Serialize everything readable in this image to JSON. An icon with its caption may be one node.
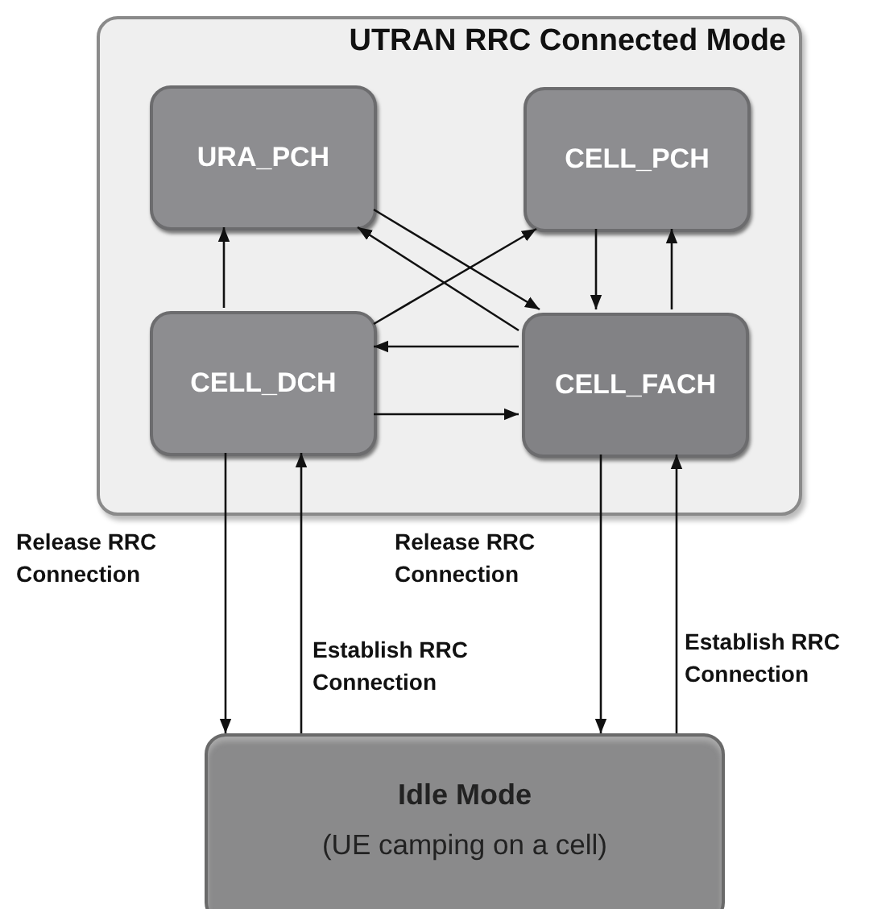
{
  "diagram": {
    "nodes": [
      {
        "text": [
          "UTRAN RRC Connected Mode"
        ]
      },
      {
        "text": [
          "URA_PCH"
        ],
        "in": 0
      },
      {
        "text": [
          "CELL_PCH"
        ],
        "in": 0
      },
      {
        "text": [
          "CELL_DCH"
        ],
        "in": 0
      },
      {
        "text": [
          "CELL_FACH"
        ],
        "in": 0
      },
      {
        "text": [
          "Idle Mode",
          "(UE camping on a cell)"
        ]
      }
    ],
    "edges": [
      {
        "from": 3,
        "to": 1,
        "arrow": "to"
      },
      {
        "from": 1,
        "to": 4,
        "arrow": "to"
      },
      {
        "from": 4,
        "to": 1,
        "arrow": "to"
      },
      {
        "from": 3,
        "to": 2,
        "arrow": "to"
      },
      {
        "from": 2,
        "to": 4,
        "arrow": "to"
      },
      {
        "from": 4,
        "to": 2,
        "arrow": "to"
      },
      {
        "from": 4,
        "to": 3,
        "arrow": "to"
      },
      {
        "from": 3,
        "to": 4,
        "arrow": "to"
      },
      {
        "from": 3,
        "to": 5,
        "arrow": "to",
        "label": "Release RRC Connection"
      },
      {
        "from": 5,
        "to": 3,
        "arrow": "to",
        "label": "Establish RRC Connection"
      },
      {
        "from": 4,
        "to": 5,
        "arrow": "to",
        "label": "Release RRC Connection"
      },
      {
        "from": 5,
        "to": 4,
        "arrow": "to",
        "label": "Establish RRC Connection"
      }
    ]
  }
}
